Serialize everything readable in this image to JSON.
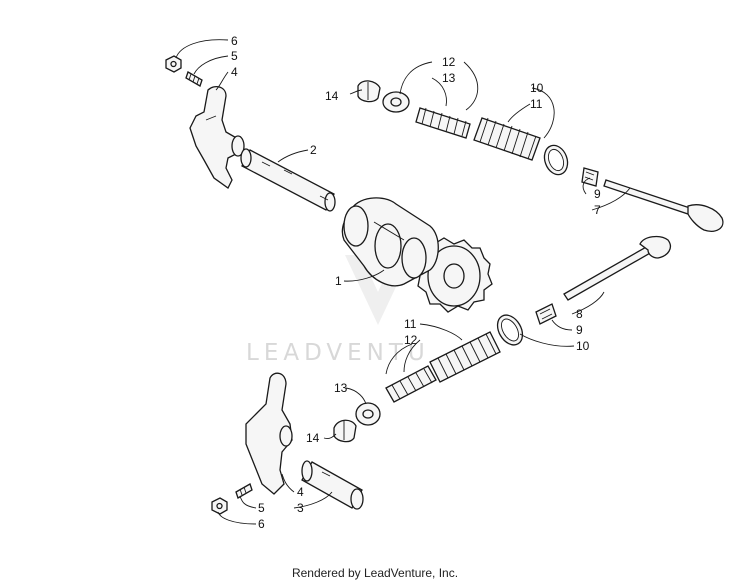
{
  "diagram": {
    "watermark": "LEADVENTU",
    "callouts": {
      "c6_top": "6",
      "c5_top": "5",
      "c4_top": "4",
      "c2": "2",
      "c1": "1",
      "c14_top": "14",
      "c12_top": "12",
      "c13_top": "13",
      "c10_top": "10",
      "c11_top": "11",
      "c9_top": "9",
      "c7": "7",
      "c8": "8",
      "c9_mid": "9",
      "c10_mid": "10",
      "c11_mid": "11",
      "c12_mid": "12",
      "c13_low": "13",
      "c14_low": "14",
      "c4_low": "4",
      "c3": "3",
      "c5_low": "5",
      "c6_low": "6"
    }
  },
  "footer": {
    "text": "Rendered by LeadVenture, Inc."
  }
}
